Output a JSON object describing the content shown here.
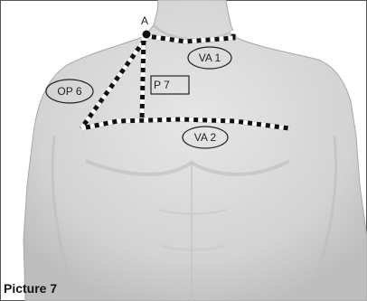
{
  "caption": "Picture 7",
  "point_label": "A",
  "labels": {
    "va1": "VA 1",
    "va2": "VA 2",
    "p7": "P 7",
    "op6": "OP 6"
  },
  "colors": {
    "background": "#ffffff",
    "body_fill": "#d9d9d9",
    "body_shade": "#c4c4c4",
    "dash_dark": "#111111",
    "dash_light": "#ffffff",
    "frame": "#555555"
  }
}
